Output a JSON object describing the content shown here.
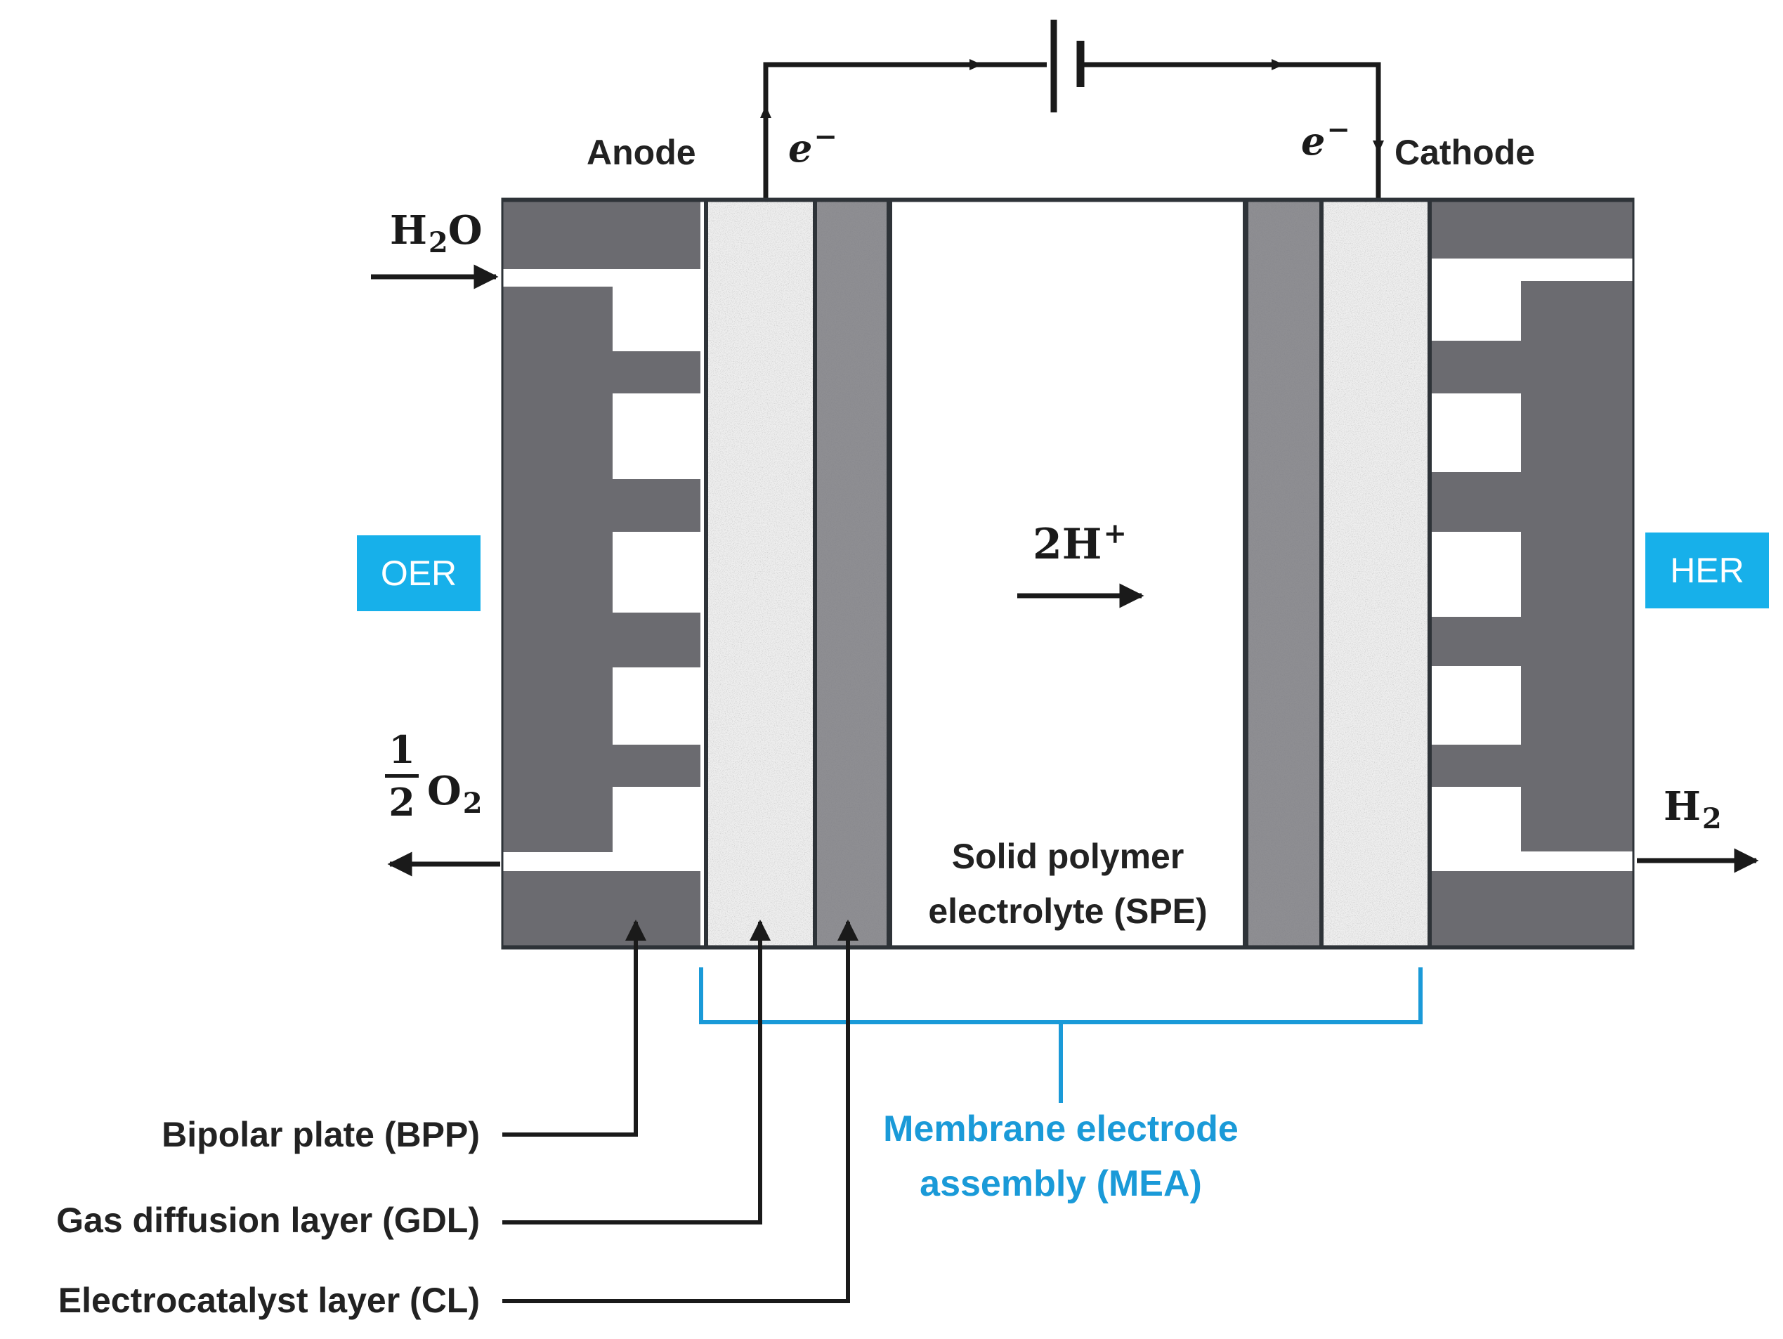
{
  "labels": {
    "anode": "Anode",
    "cathode": "Cathode",
    "electron": "e",
    "electron_sup": "−",
    "water_main": "H",
    "water_sub": "2",
    "water_tail": "O",
    "oxygen_num": "1",
    "oxygen_den": "2",
    "oxygen_main": "O",
    "oxygen_sub": "2",
    "hydrogen_main": "H",
    "hydrogen_sub": "2",
    "proton_main": "2H",
    "proton_sup": "+",
    "oer": "OER",
    "her": "HER",
    "spe_line1": "Solid polymer",
    "spe_line2": "electrolyte (SPE)",
    "mea_line1": "Membrane electrode",
    "mea_line2": "assembly (MEA)",
    "bpp": "Bipolar plate (BPP)",
    "gdl": "Gas diffusion layer (GDL)",
    "cl": "Electrocatalyst layer (CL)"
  },
  "colors": {
    "plate": "#6b6b70",
    "gdl": "#eeeeee",
    "catalyst": "#8e8e92",
    "accent": "#17b0ea",
    "mea": "#1a9ad8",
    "line": "#1a1a1a"
  }
}
